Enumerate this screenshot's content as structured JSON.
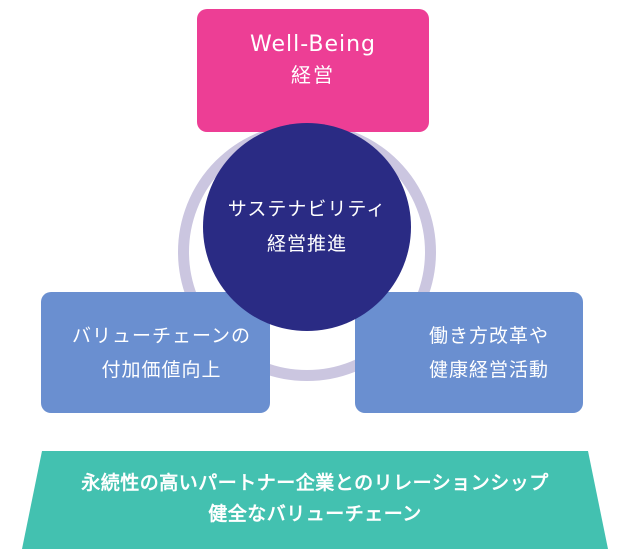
{
  "colors": {
    "top_box": "#ed3e95",
    "side_boxes": "#6a8fd0",
    "center_circle": "#2a2b84",
    "ring": "#cbc6e0",
    "banner": "#43c1b0",
    "text": "#ffffff"
  },
  "top_box": {
    "line1": "Well-Being",
    "line2": "経営"
  },
  "center": {
    "line1": "サステナビリティ",
    "line2": "経営推進"
  },
  "left_box": {
    "line1": "バリューチェーンの",
    "line2": "付加価値向上"
  },
  "right_box": {
    "line1": "働き方改革や",
    "line2": "健康経営活動"
  },
  "banner": {
    "line1": "永続性の高いパートナー企業とのリレーションシップ",
    "line2": "健全なバリューチェーン"
  }
}
